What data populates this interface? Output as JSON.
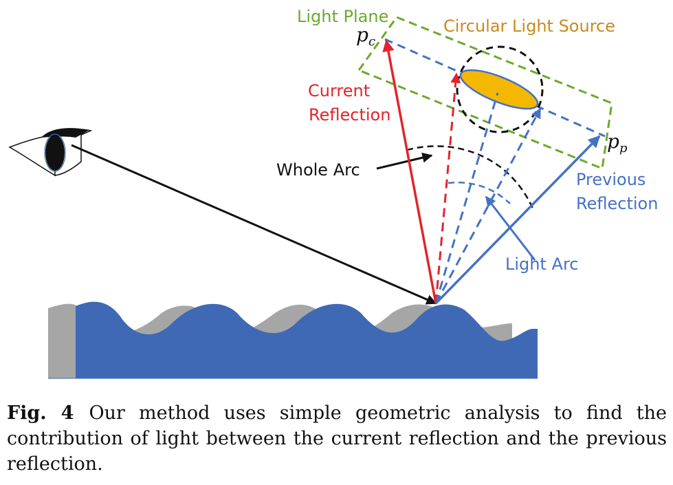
{
  "labels": {
    "light_plane": "Light Plane",
    "circular_light_source": "Circular Light Source",
    "current_reflection_line1": "Current",
    "current_reflection_line2": "Reflection",
    "whole_arc": "Whole Arc",
    "previous_reflection_line1": "Previous",
    "previous_reflection_line2": "Reflection",
    "light_arc": "Light Arc",
    "pc_base": "p",
    "pc_sub": "c",
    "pp_base": "p",
    "pp_sub": "p"
  },
  "caption": {
    "label": "Fig. 4",
    "text": "Our method uses simple geometric analysis to find the contribution of light between the current reflection and the previous reflection."
  },
  "colors": {
    "green": "#6aaa2c",
    "orange": "#c98a1a",
    "red": "#e3242b",
    "blue": "#4472c4",
    "water": "#3f69b4",
    "wave_gray": "#a6a6a6",
    "ellipse_fill": "#f5b800"
  }
}
